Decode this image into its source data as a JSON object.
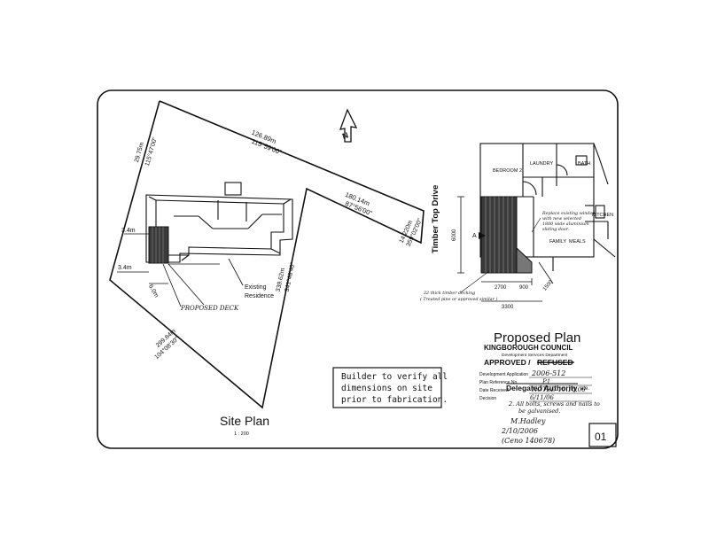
{
  "site_plan": {
    "title": "Site Plan",
    "scale": "1 : 200",
    "street": "Timber Top Drive",
    "bearings": [
      "126.89m",
      "115°59'00\"",
      "180.14m",
      "87°56'00\"",
      "29.75m",
      "115°47'00\"",
      "14.220m",
      "359°02'00\"",
      "339.62m",
      "341°46'40\"",
      "299.84m",
      "104°08'30\""
    ],
    "dims": [
      "3.4m",
      "3.4m",
      "6.0m"
    ],
    "labels": {
      "existing": "Existing",
      "residence": "Residence",
      "proposed_deck": "PROPOSED DECK"
    }
  },
  "note_box": {
    "lines": [
      "Builder to verify all",
      "dimensions on site",
      "prior to fabrication."
    ]
  },
  "proposed_plan": {
    "title": "Proposed Plan",
    "rooms": {
      "bedroom": "BEDROOM 2",
      "laundry": "LAUNDRY",
      "bath": "BATH",
      "kitchen": "KITCHEN",
      "family": "FAMILY",
      "meals": "MEALS"
    },
    "note_window": [
      "Replace existing window",
      "with new selected",
      "1800 wide aluminium",
      "sliding door."
    ],
    "decking_note": [
      "22 thick timber decking",
      "( Treated pine or approved similar )"
    ],
    "dims": [
      "6000",
      "2700",
      "900",
      "3300",
      "1500"
    ],
    "marker": "A"
  },
  "stamp": {
    "council": "KINGBOROUGH COUNCIL",
    "sub": "Development Services Department",
    "approved": "APPROVED /",
    "refused": "REFUSED",
    "fields": [
      {
        "label": "Development Application",
        "value": "2006-512"
      },
      {
        "label": "Plan Reference No.",
        "value": "P1"
      },
      {
        "label": "Date Received",
        "value": "NOTED 10.10.06"
      },
      {
        "label": "Decision",
        "value": ""
      }
    ],
    "authority": "Delegated Authority",
    "authority_date": "6/11/06",
    "note_suffix": "ate.",
    "note2": [
      "2.  All bolts, screws and nails to",
      "be galvanised."
    ]
  },
  "signature": [
    "M.Hadley",
    "2/10/2006",
    "(Ceno 140678)"
  ],
  "sheet_number": "01"
}
